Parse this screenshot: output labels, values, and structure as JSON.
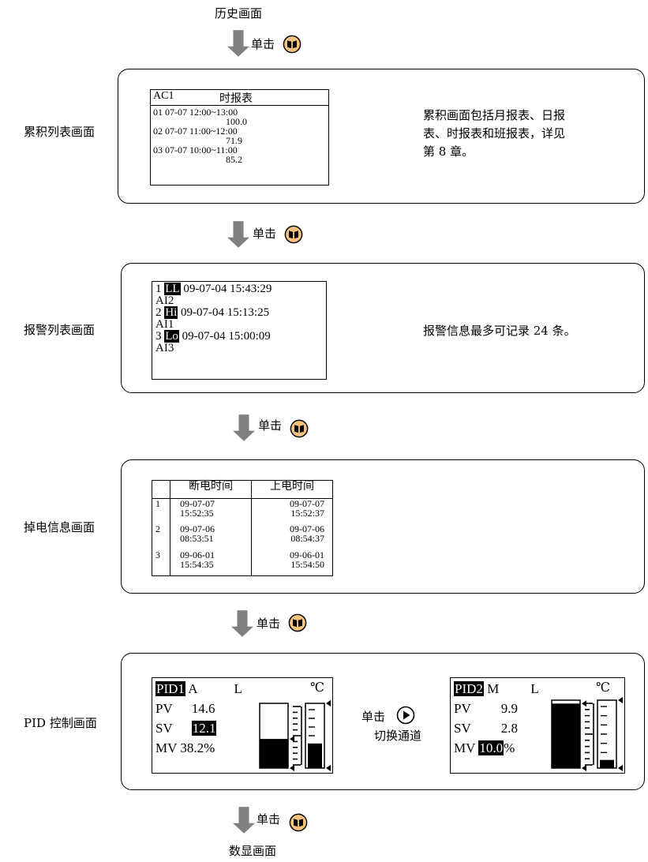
{
  "top_label": "历史画面",
  "bottom_label": "数显画面",
  "click_label": "单击",
  "colors": {
    "arrow": "#808080",
    "button_fill": "#f6c27e",
    "button_stroke": "#000000"
  },
  "rows": {
    "accum": {
      "label": "累积列表画面",
      "header_id": "AC1",
      "header_title": "时报表",
      "entries": [
        {
          "line": "01 07-07 12:00~13:00",
          "value": "100.0"
        },
        {
          "line": "02 07-07 11:00~12:00",
          "value": "71.9"
        },
        {
          "line": "03 07-07 10:00~11:00",
          "value": "85.2"
        }
      ],
      "desc_lines": [
        "累积画面包括月报表、日报",
        "表、时报表和班报表，详见",
        "第 8 章。"
      ]
    },
    "alarm": {
      "label": "报警列表画面",
      "entries": [
        {
          "num": "1",
          "tag": "LL",
          "time": "09-07-04 15:43:29",
          "ch": "AI2"
        },
        {
          "num": "2",
          "tag": "Hi",
          "time": "09-07-04 15:13:25",
          "ch": "AI1"
        },
        {
          "num": "3",
          "tag": "Lo",
          "time": "09-07-04 15:00:09",
          "ch": "AI3"
        }
      ],
      "desc": "报警信息最多可记录 24 条。"
    },
    "power": {
      "label": "掉电信息画面",
      "col_off": "断电时间",
      "col_on": "上电时间",
      "records": [
        {
          "num": "1",
          "off_date": "09-07-07",
          "off_time": "15:52:35",
          "on_date": "09-07-07",
          "on_time": "15:52:37"
        },
        {
          "num": "2",
          "off_date": "09-07-06",
          "off_time": "08:53:51",
          "on_date": "09-07-06",
          "on_time": "08:54:37"
        },
        {
          "num": "3",
          "off_date": "09-06-01",
          "off_time": "15:54:35",
          "on_date": "09-06-01",
          "on_time": "15:54:50"
        }
      ]
    },
    "pid": {
      "label": "PID 控制画面",
      "unit": "℃",
      "pv_label": "PV",
      "sv_label": "SV",
      "mv_label": "MV",
      "switch_click": "单击",
      "switch_desc": "切换通道",
      "pid1": {
        "name": "PID1",
        "mode": "A",
        "range": "L",
        "pv": "14.6",
        "sv": "12.1",
        "mv": "38.2%",
        "bar_level": 0.45,
        "out_level": 0.38
      },
      "pid2": {
        "name": "PID2",
        "mode": "M",
        "range": "L",
        "pv": "9.9",
        "sv": "2.8",
        "mv_value": "10.0",
        "mv_unit": "%",
        "bar_level": 0.95,
        "out_level": 0.12
      }
    }
  }
}
